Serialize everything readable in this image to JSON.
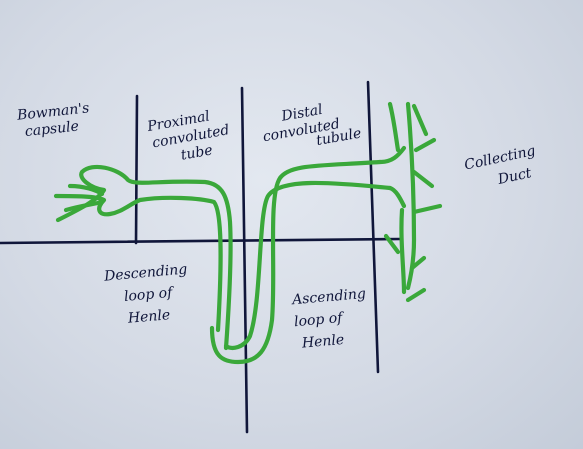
{
  "labels": {
    "bowmans_capsule": [
      "Bowman's",
      "capsule"
    ],
    "proximal": [
      "Proximal",
      "convoluted",
      "tube"
    ],
    "distal": [
      "Distal",
      "convoluted",
      "tubule"
    ],
    "collecting": [
      "Collecting",
      "Duct"
    ],
    "descending": [
      "Descending",
      "loop of",
      "Henle"
    ],
    "ascending": [
      "Ascending",
      "loop of",
      "Henle"
    ]
  },
  "colors": {
    "ink": "#10163a",
    "tubule": "#3aa83a",
    "paper": "#d4dbe6"
  }
}
